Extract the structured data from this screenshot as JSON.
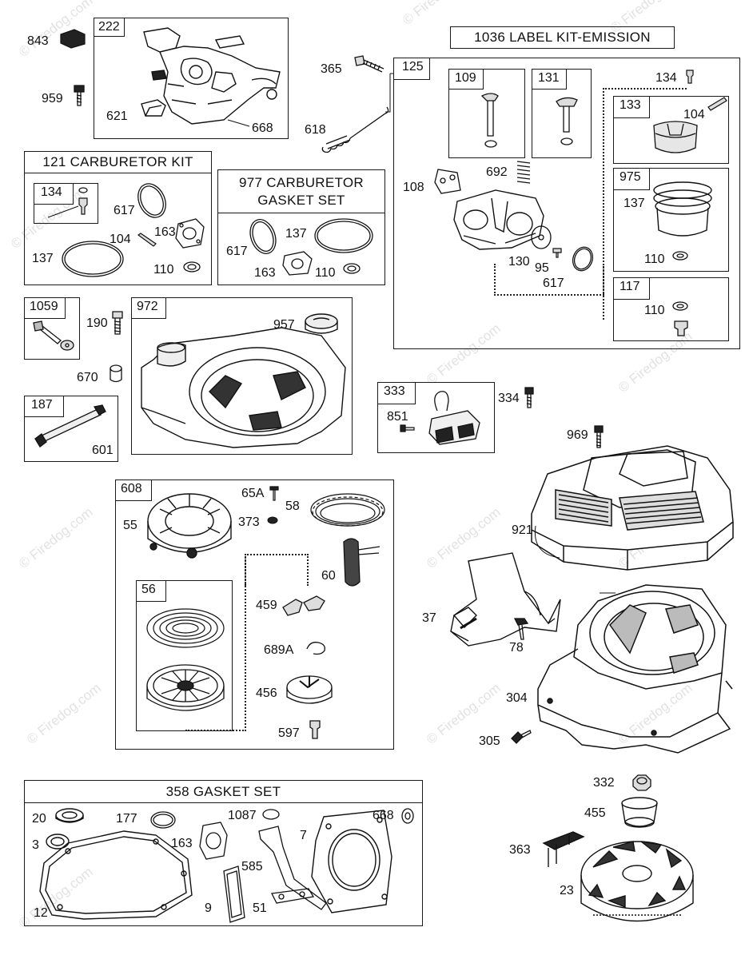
{
  "watermark": "© Firedog.com",
  "group_titles": {
    "label_kit": "1036 LABEL KIT-EMISSION",
    "carb_kit": "121 CARBURETOR KIT",
    "carb_gasket_line1": "977 CARBURETOR",
    "carb_gasket_line2": "GASKET SET",
    "gasket_set": "358 GASKET SET"
  },
  "tags": {
    "t222": "222",
    "t125": "125",
    "t109": "109",
    "t131": "131",
    "t133": "133",
    "t975": "975",
    "t117": "117",
    "t134": "134",
    "t1059": "1059",
    "t972": "972",
    "t187": "187",
    "t333": "333",
    "t608": "608",
    "t56": "56"
  },
  "labels": {
    "p843": "843",
    "p959": "959",
    "p621": "621",
    "p668a": "668",
    "p365": "365",
    "p618": "618",
    "p134top": "134",
    "p104top": "104",
    "p137r": "137",
    "p110r": "110",
    "p110s": "110",
    "p108": "108",
    "p692": "692",
    "p130": "130",
    "p95": "95",
    "p617r": "617",
    "p617a": "617",
    "p104a": "104",
    "p163a": "163",
    "p137a": "137",
    "p110a": "110",
    "p617b": "617",
    "p137b": "137",
    "p163b": "163",
    "p110b": "110",
    "p190": "190",
    "p670": "670",
    "p601": "601",
    "p957": "957",
    "p851": "851",
    "p334": "334",
    "p969": "969",
    "p921": "921",
    "p37": "37",
    "p78": "78",
    "p304": "304",
    "p305": "305",
    "p65a": "65A",
    "p58": "58",
    "p373": "373",
    "p55": "55",
    "p60": "60",
    "p459": "459",
    "p689a": "689A",
    "p456": "456",
    "p597": "597",
    "p20": "20",
    "p177": "177",
    "p1087": "1087",
    "p668b": "668",
    "p3": "3",
    "p163c": "163",
    "p7": "7",
    "p585": "585",
    "p12": "12",
    "p9": "9",
    "p51": "51",
    "p332": "332",
    "p455": "455",
    "p363": "363",
    "p23": "23"
  }
}
